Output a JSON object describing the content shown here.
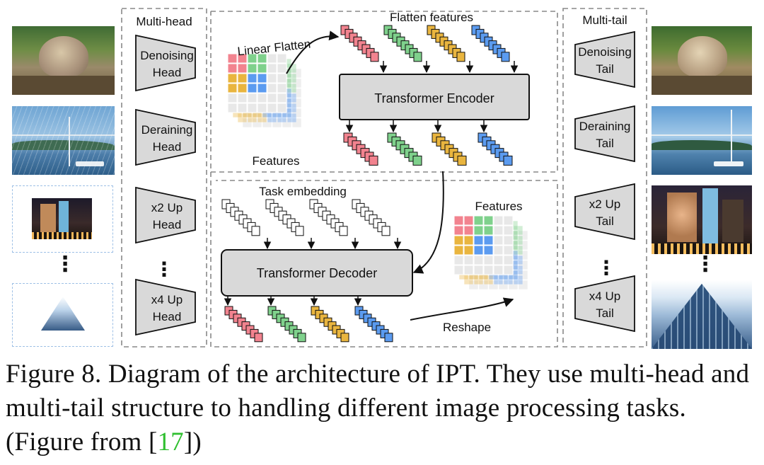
{
  "diagram": {
    "multi_head_title": "Multi-head",
    "multi_tail_title": "Multi-tail",
    "heads": [
      {
        "line1": "Denoising",
        "line2": "Head"
      },
      {
        "line1": "Deraining",
        "line2": "Head"
      },
      {
        "line1": "x2 Up",
        "line2": "Head"
      },
      {
        "line1": "x4 Up",
        "line2": "Head"
      }
    ],
    "tails": [
      {
        "line1": "Denoising",
        "line2": "Tail"
      },
      {
        "line1": "Deraining",
        "line2": "Tail"
      },
      {
        "line1": "x2 Up",
        "line2": "Tail"
      },
      {
        "line1": "x4 Up",
        "line2": "Tail"
      }
    ],
    "linear_flatten": "Linear Flatten",
    "flatten_features": "Flatten features",
    "features_top": "Features",
    "features_right": "Features",
    "encoder": "Transformer Encoder",
    "decoder": "Transformer Decoder",
    "task_embedding": "Task embedding",
    "reshape": "Reshape",
    "ellipsis": "⋮",
    "colors": {
      "red": "#f2838f",
      "green": "#7fd18c",
      "yellow": "#e9b53f",
      "blue": "#5b9bf0",
      "box_fill": "#d9d9d9",
      "dashed": "#888888"
    }
  },
  "caption": {
    "text_before_ref": "Figure 8. Diagram of the architecture of IPT. They use multi-head and multi-tail structure to handling different image processing tasks. (Figure from [",
    "ref": "17",
    "text_after_ref": "])"
  }
}
